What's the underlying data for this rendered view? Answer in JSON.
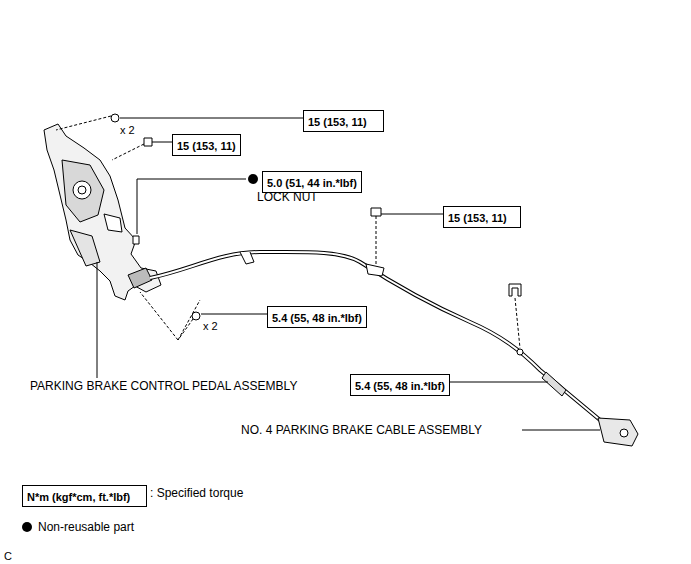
{
  "diagram": {
    "nodes": [
      {
        "text": [
          "15 (153, 11)"
        ]
      },
      {
        "text": [
          "15 (153, 11)"
        ]
      },
      {
        "text": [
          "5.0 (51, 44 in.*lbf)"
        ]
      },
      {
        "text": [
          "15 (153, 11)"
        ]
      },
      {
        "text": [
          "5.4 (55, 48 in.*lbf)"
        ]
      },
      {
        "text": [
          "5.4 (55, 48 in.*lbf)"
        ]
      },
      {
        "text": [
          "N*m (kgf*cm, ft.*lbf)"
        ]
      }
    ],
    "labels": [
      "x 2",
      "LOCK NUT",
      "x 2",
      "PARKING BRAKE CONTROL PEDAL ASSEMBLY",
      "NO. 4 PARKING BRAKE CABLE ASSEMBLY",
      "C"
    ],
    "legend": [
      {
        "text": ": Specified torque"
      },
      {
        "text": "Non-reusable part"
      }
    ]
  }
}
